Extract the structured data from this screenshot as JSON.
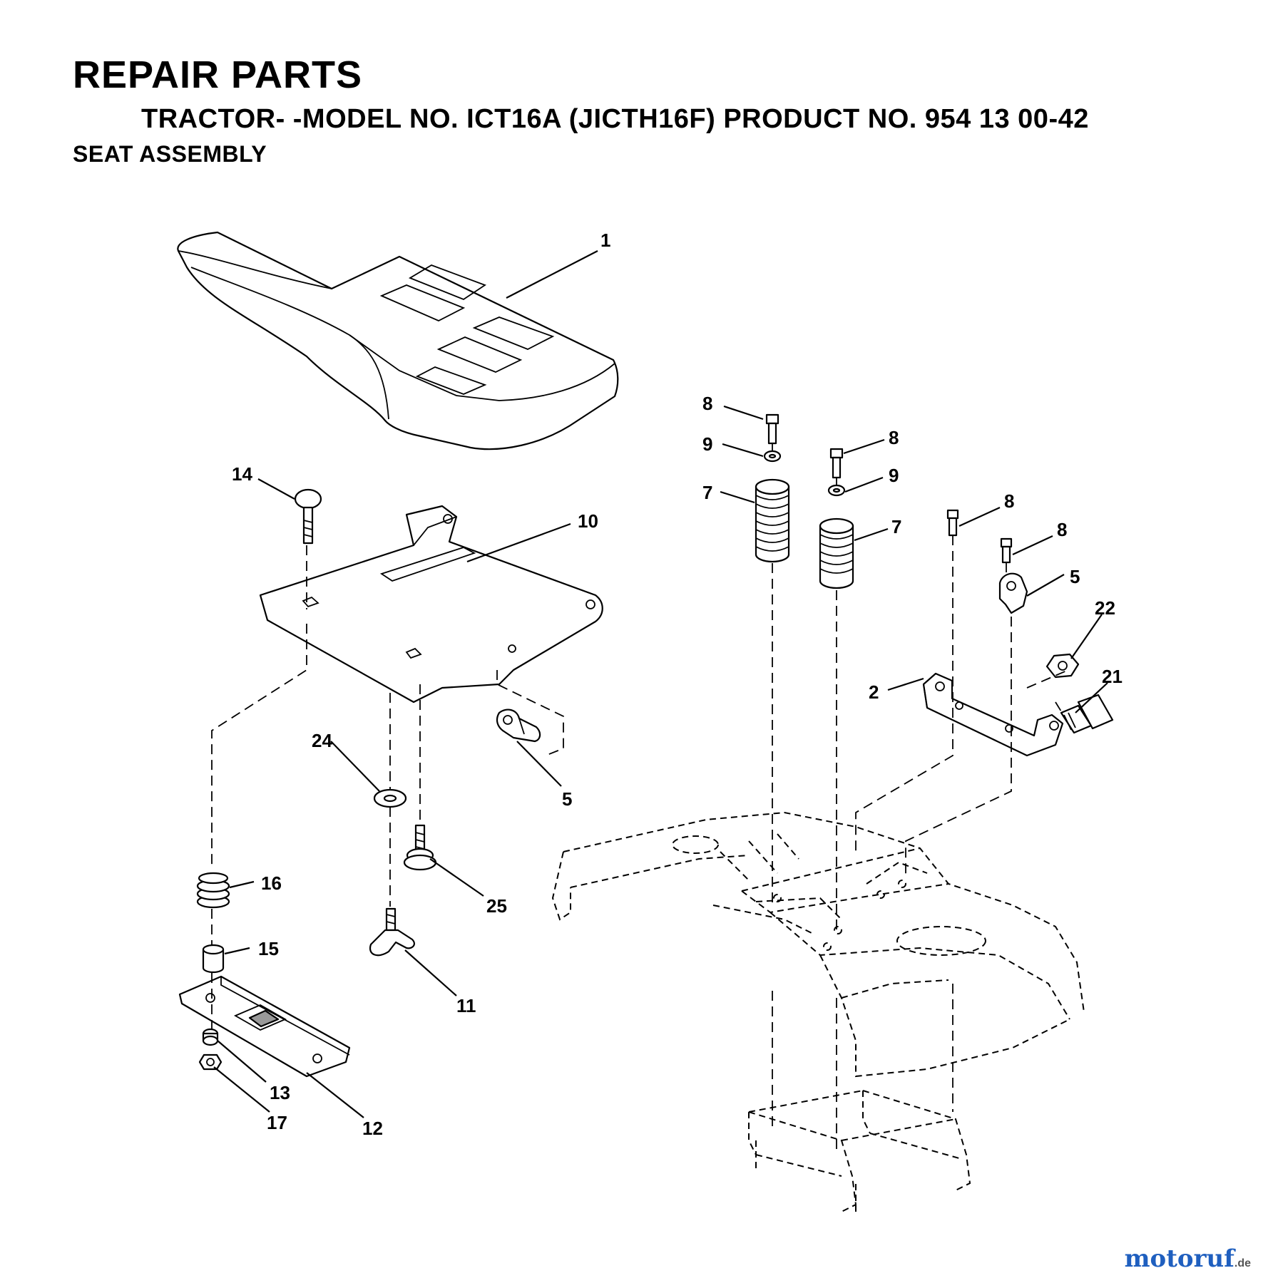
{
  "header": {
    "title": "REPAIR PARTS",
    "subtitle": "TRACTOR- -MODEL NO. ICT16A (JICTH16F) PRODUCT NO. 954 13 00-42",
    "section": "SEAT ASSEMBLY"
  },
  "callouts": [
    {
      "id": "c1",
      "label": "1"
    },
    {
      "id": "c8a",
      "label": "8"
    },
    {
      "id": "c9a",
      "label": "9"
    },
    {
      "id": "c7a",
      "label": "7"
    },
    {
      "id": "c8b",
      "label": "8"
    },
    {
      "id": "c9b",
      "label": "9"
    },
    {
      "id": "c7b",
      "label": "7"
    },
    {
      "id": "c8c",
      "label": "8"
    },
    {
      "id": "c8d",
      "label": "8"
    },
    {
      "id": "c5a",
      "label": "5"
    },
    {
      "id": "c22",
      "label": "22"
    },
    {
      "id": "c21",
      "label": "21"
    },
    {
      "id": "c2",
      "label": "2"
    },
    {
      "id": "c14",
      "label": "14"
    },
    {
      "id": "c10",
      "label": "10"
    },
    {
      "id": "c5b",
      "label": "5"
    },
    {
      "id": "c24",
      "label": "24"
    },
    {
      "id": "c25",
      "label": "25"
    },
    {
      "id": "c16",
      "label": "16"
    },
    {
      "id": "c15",
      "label": "15"
    },
    {
      "id": "c11",
      "label": "11"
    },
    {
      "id": "c13",
      "label": "13"
    },
    {
      "id": "c17",
      "label": "17"
    },
    {
      "id": "c12",
      "label": "12"
    }
  ],
  "watermark": {
    "brand": "motoruf",
    "suffix": ".de"
  },
  "colors": {
    "line": "#000000",
    "background": "#ffffff",
    "watermark_m": "#d4202a",
    "watermark_o1": "#f0a500",
    "watermark_t": "#2a9d3a",
    "watermark_o2": "#1f5fbf"
  }
}
